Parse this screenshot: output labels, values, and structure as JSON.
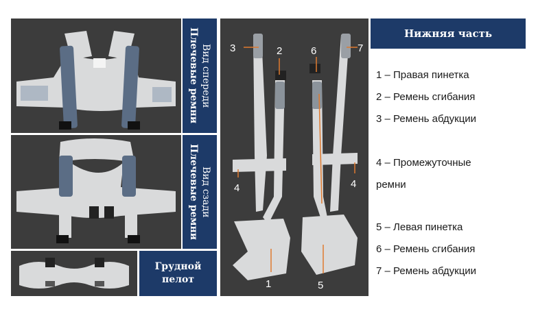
{
  "panels": {
    "front_label_bold": "Плечевые ремни",
    "front_label_sub": "Вид спереди",
    "back_label_bold": "Плечевые ремни",
    "back_label_sub": "Вид сзади",
    "chest_label_line1": "Грудной",
    "chest_label_line2": "пелот"
  },
  "legend": {
    "title": "Нижняя часть",
    "items": [
      "1 – Правая пинетка",
      "2 – Ремень сгибания",
      "3 – Ремень абдукции",
      "4 – Промежуточные",
      "ремни",
      "5 – Левая пинетка",
      "6 – Ремень сгибания",
      "7 – Ремень абдукции"
    ]
  },
  "callouts": {
    "n1": "1",
    "n2": "2",
    "n3": "3",
    "n4_left": "4",
    "n4_right": "4",
    "n5": "5",
    "n6": "6",
    "n7": "7"
  },
  "colors": {
    "navy": "#1d3a68",
    "photo_bg": "#3c3c3c",
    "harness_white": "#d9dadb",
    "strap_blue": "#5b6d85",
    "arrow_orange": "#e07a2e"
  }
}
